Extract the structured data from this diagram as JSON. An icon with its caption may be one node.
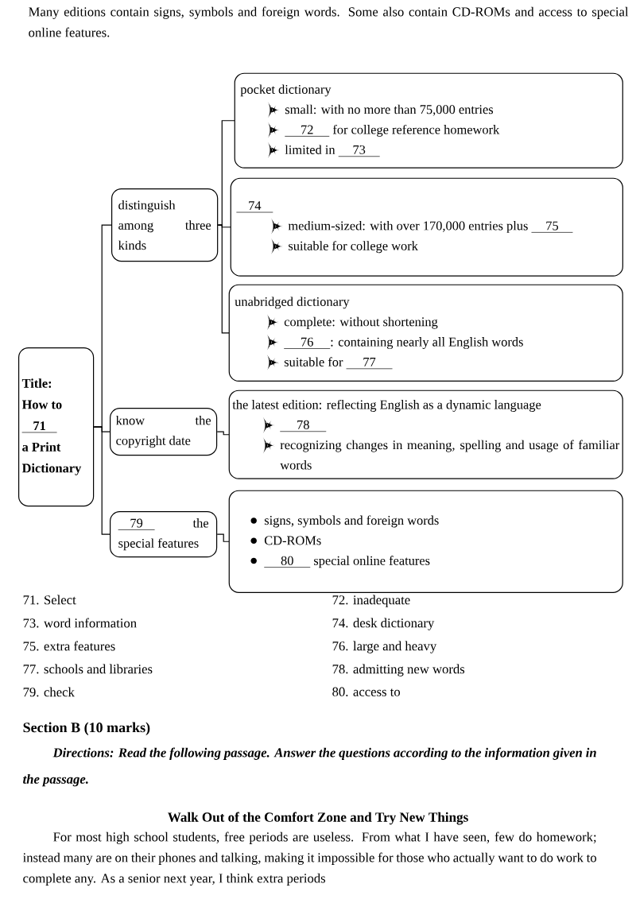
{
  "diagram": {
    "nodes": [
      {
        "text": [
          "Title:",
          "How to",
          "71",
          "a Print Dictionary"
        ]
      },
      {
        "text": [
          "distinguish among three kinds"
        ]
      },
      {
        "text": [
          "know the copyright date"
        ]
      },
      {
        "text": [
          "79",
          "the special features"
        ]
      },
      {
        "text": [
          "pocket dictionary",
          "small: with no more than 75,000 entries",
          "72",
          "for college reference homework",
          "limited in",
          "73"
        ]
      },
      {
        "text": [
          "74",
          "medium-sized: with over 170,000 entries plus",
          "75",
          "suitable for college work"
        ]
      },
      {
        "text": [
          "unabridged dictionary",
          "complete: without shortening",
          "76",
          ": containing nearly all English words",
          "suitable for",
          "77"
        ]
      },
      {
        "text": [
          "the latest edition: reflecting English as a dynamic language",
          "78",
          "recognizing changes in meaning, spelling and usage of familiar words"
        ]
      },
      {
        "text": [
          "signs, symbols and foreign words",
          "CD-ROMs",
          "80",
          "special online features"
        ]
      }
    ],
    "edges": [
      {
        "from": 0,
        "to": 1,
        "arrow": "none"
      },
      {
        "from": 0,
        "to": 2,
        "arrow": "none"
      },
      {
        "from": 0,
        "to": 3,
        "arrow": "none"
      },
      {
        "from": 1,
        "to": 4,
        "arrow": "none"
      },
      {
        "from": 1,
        "to": 5,
        "arrow": "none"
      },
      {
        "from": 1,
        "to": 6,
        "arrow": "none"
      },
      {
        "from": 2,
        "to": 7,
        "arrow": "none"
      },
      {
        "from": 3,
        "to": 8,
        "arrow": "none"
      }
    ],
    "labels": [
      "Many editions contain signs, symbols and foreign words. Some also contain CD-ROMs and access to special online features.",
      "71. Select",
      "72. inadequate",
      "73. word information",
      "74. desk dictionary",
      "75. extra features",
      "76. large and heavy",
      "77. schools and libraries",
      "78. admitting new words",
      "79. check",
      "80. access to",
      "Section B (10 marks)",
      "Directions: Read the following passage. Answer the questions according to the information given in the passage.",
      "Walk Out of the Comfort Zone and Try New Things",
      "For most high school students, free periods are useless. From what I have seen, few do homework; instead many are on their phones and talking, making it impossible for those who actually want to do work to complete any. As a senior next year, I think extra periods"
    ]
  }
}
